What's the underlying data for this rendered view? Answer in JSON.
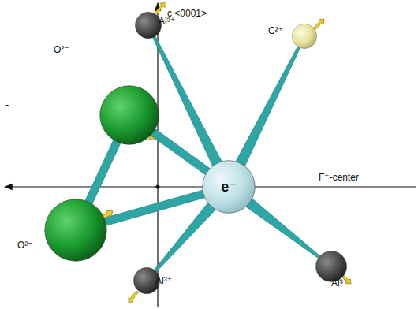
{
  "diagram": {
    "nodes": [
      {
        "text": [
          "Al³⁺"
        ]
      },
      {
        "text": [
          "C²⁺"
        ]
      },
      {
        "text": [
          "O²⁻"
        ]
      },
      {
        "text": [
          "e⁻"
        ]
      },
      {
        "text": [
          "O²⁻"
        ]
      },
      {
        "text": [
          "Al³⁺"
        ]
      },
      {
        "text": [
          "Al³⁺"
        ]
      }
    ],
    "edges": [
      {
        "from": 3,
        "to": 0,
        "arrow": "none"
      },
      {
        "from": 3,
        "to": 1,
        "arrow": "none"
      },
      {
        "from": 3,
        "to": 2,
        "arrow": "none"
      },
      {
        "from": 3,
        "to": 4,
        "arrow": "none"
      },
      {
        "from": 3,
        "to": 5,
        "arrow": "none"
      },
      {
        "from": 3,
        "to": 6,
        "arrow": "none"
      },
      {
        "from": 4,
        "to": 2,
        "arrow": "none"
      }
    ],
    "labels": [
      "c <0001>",
      "F⁺-center",
      "-"
    ]
  }
}
